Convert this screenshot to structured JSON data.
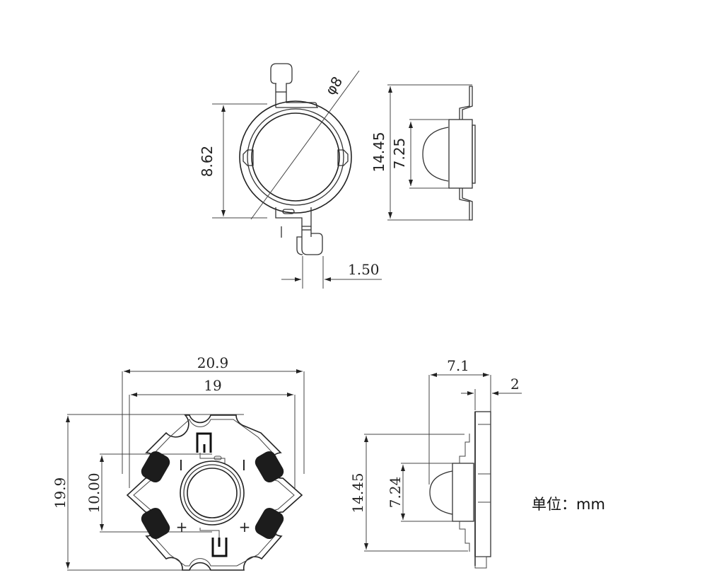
{
  "drawing": {
    "type": "LED dimensional drawing (1W high-power LED and star PCB)",
    "unit_label": "单位：mm",
    "views": {
      "led_top": {
        "dim_height": "8.62",
        "dim_diameter": "φ8",
        "dim_lead_width": "1.50",
        "polarity_mark": "I"
      },
      "led_side": {
        "dim_total_height": "14.45",
        "dim_lens_height": "7.25"
      },
      "star_top": {
        "dim_outer_width": "20.9",
        "dim_inner_width": "19",
        "dim_height": "19.9",
        "dim_pad_pitch": "10.00",
        "marks": [
          "I",
          "I",
          "+",
          "+"
        ]
      },
      "star_side": {
        "dim_total_depth": "7.1",
        "dim_board_thickness": "2",
        "dim_total_height": "14.45",
        "dim_lens_height": "7.24"
      }
    }
  }
}
